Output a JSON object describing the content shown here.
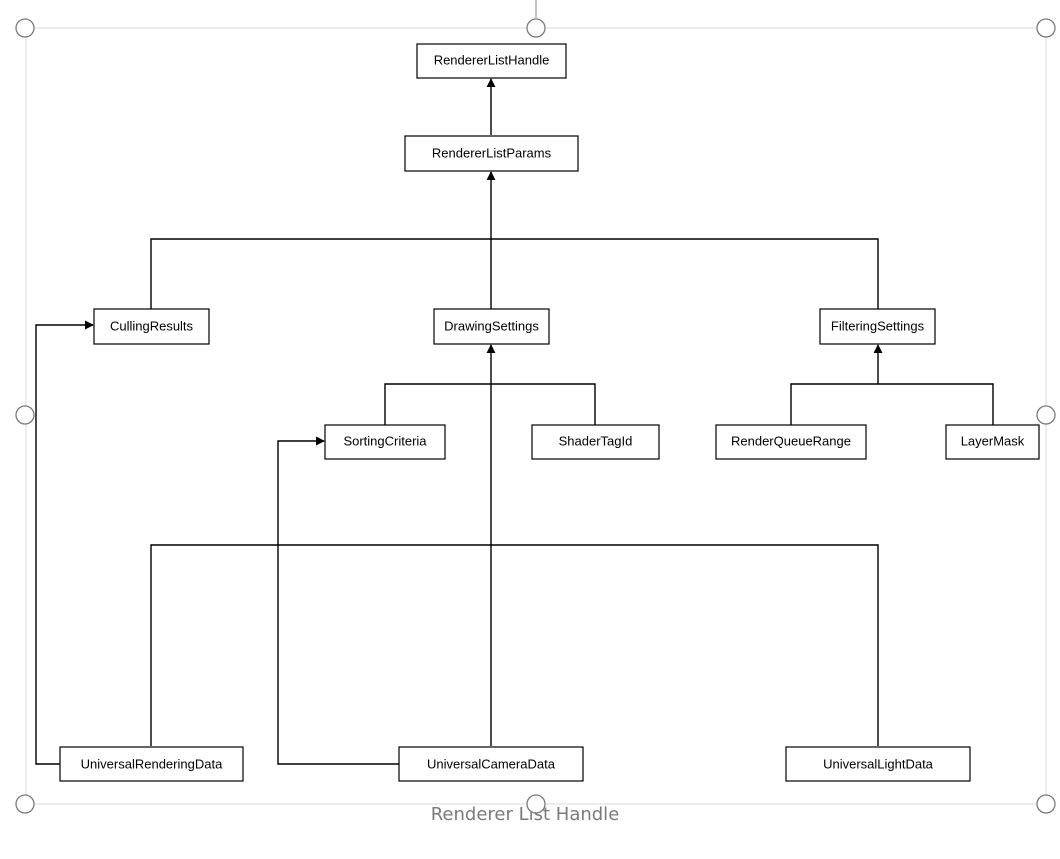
{
  "diagram": {
    "caption": "Renderer List Handle",
    "nodes": {
      "renderer_list_handle": "RendererListHandle",
      "renderer_list_params": "RendererListParams",
      "culling_results": "CullingResults",
      "drawing_settings": "DrawingSettings",
      "filtering_settings": "FilteringSettings",
      "sorting_criteria": "SortingCriteria",
      "shader_tag_id": "ShaderTagId",
      "render_queue_range": "RenderQueueRange",
      "layer_mask": "LayerMask",
      "universal_rendering_data": "UniversalRenderingData",
      "universal_camera_data": "UniversalCameraData",
      "universal_light_data": "UniversalLightData"
    }
  }
}
